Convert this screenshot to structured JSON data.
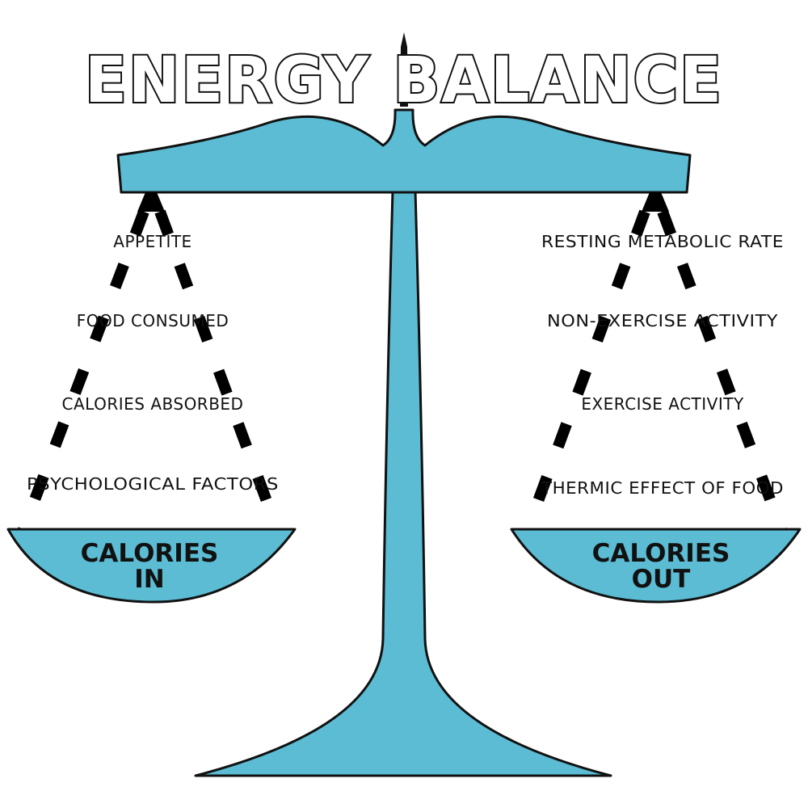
{
  "title": "ENERGY BALANCE",
  "colors": {
    "scale_fill": "#5bbcd3",
    "outline": "#111111",
    "text": "#111111"
  },
  "left": {
    "factors": [
      "APPETITE",
      "FOOD CONSUMED",
      "CALORIES ABSORBED",
      "PSYCHOLOGICAL FACTORS"
    ],
    "pan_label_line1": "CALORIES",
    "pan_label_line2": "IN"
  },
  "right": {
    "factors": [
      "RESTING METABOLIC RATE",
      "NON-EXERCISE ACTIVITY",
      "EXERCISE ACTIVITY",
      "THERMIC EFFECT OF FOOD"
    ],
    "pan_label_line1": "CALORIES",
    "pan_label_line2": "OUT"
  }
}
